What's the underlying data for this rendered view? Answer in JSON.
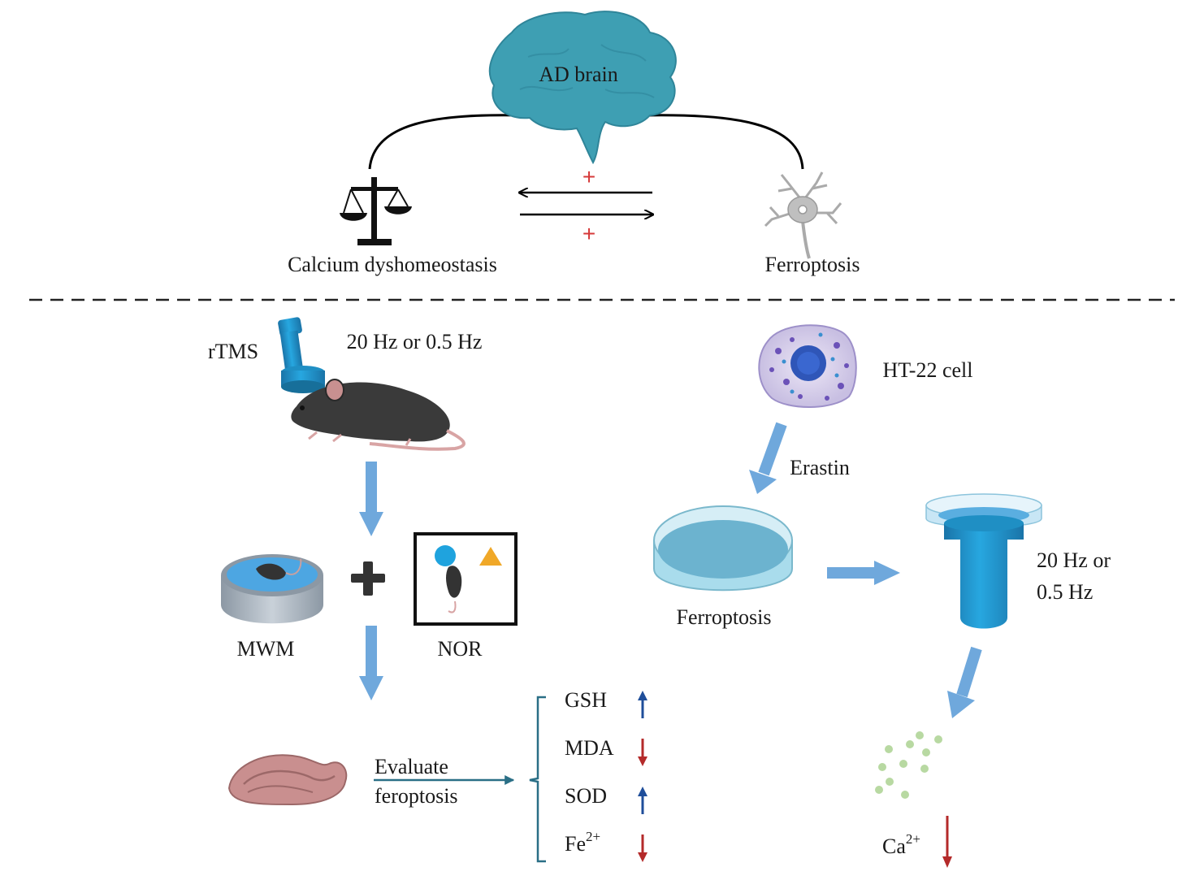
{
  "top": {
    "brain_label": "AD brain",
    "left_label": "Calcium dyshomeostasis",
    "right_label": "Ferroptosis",
    "plus_top": "+",
    "plus_bottom": "+"
  },
  "in_vivo": {
    "stim_label": "rTMS",
    "freq_label": "20 Hz or 0.5 Hz",
    "test_left": "MWM",
    "test_right": "NOR",
    "plus_sign": "+",
    "evaluate_line1": "Evaluate",
    "evaluate_line2": "feroptosis",
    "markers": [
      {
        "base": "GSH",
        "sup": "",
        "direction": "up"
      },
      {
        "base": "MDA",
        "sup": "",
        "direction": "down"
      },
      {
        "base": "SOD",
        "sup": "",
        "direction": "up"
      },
      {
        "base": "Fe",
        "sup": "2+",
        "direction": "down"
      }
    ]
  },
  "in_vitro": {
    "cell_label": "HT-22 cell",
    "treatment_label": "Erastin",
    "dish_label": "Ferroptosis",
    "freq_line1": "20 Hz or",
    "freq_line2": "0.5 Hz",
    "ion_base": "Ca",
    "ion_sup": "2+",
    "ion_direction": "down"
  },
  "colors": {
    "brain": "#3e9fb3",
    "flow_arrow": "#6fa8dc",
    "coil": "#1f8fc4",
    "up_arrow": "#1f4e9a",
    "down_arrow": "#b42a2a",
    "plus_red": "#d63a3a",
    "triangle": "#f0a828",
    "circle_obj": "#1fa3de",
    "ca_dots": "#b8d9a2"
  }
}
